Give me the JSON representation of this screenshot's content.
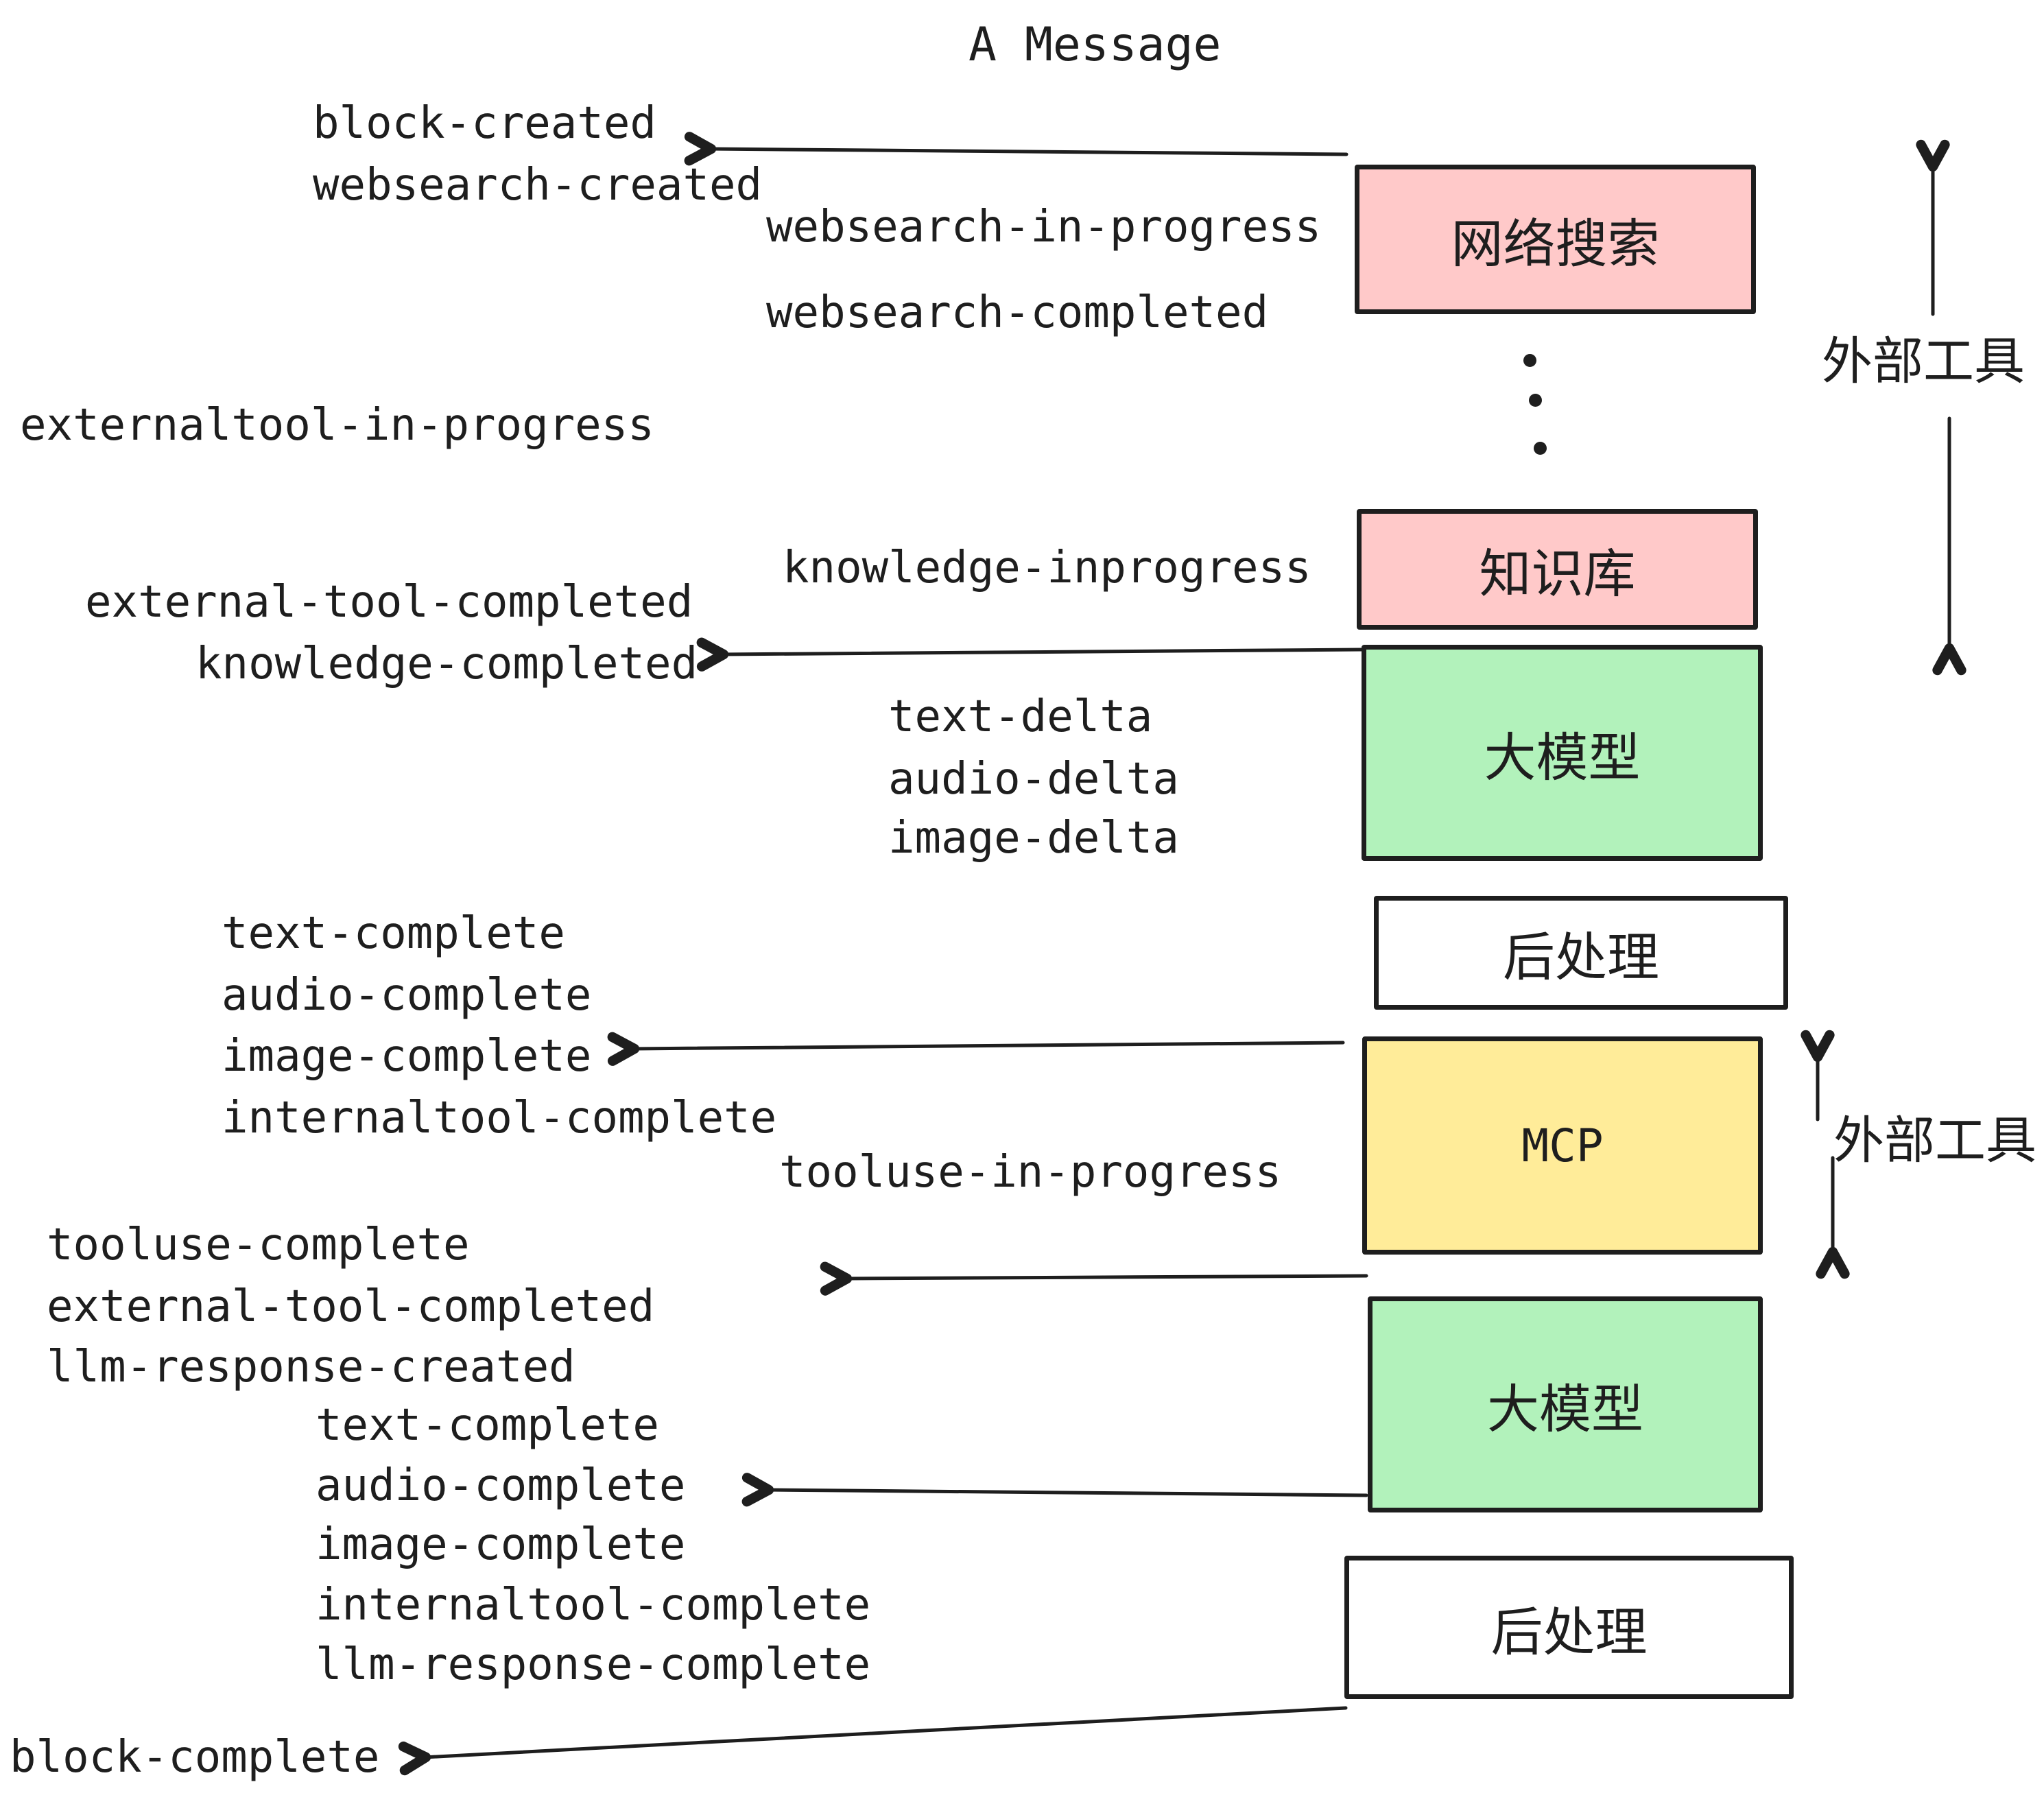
{
  "title": "A Message",
  "colors": {
    "ink": "#1e1e1e",
    "external_tool_box": "#ffc9c9",
    "llm_box": "#b2f2bb",
    "mcp_box": "#ffec99",
    "postprocess_box": "#ffffff",
    "background": "#ffffff"
  },
  "boxes": [
    {
      "id": "websearch",
      "label": "网络搜索",
      "color": "#ffc9c9"
    },
    {
      "id": "knowledge",
      "label": "知识库",
      "color": "#ffc9c9"
    },
    {
      "id": "llm-1",
      "label": "大模型",
      "color": "#b2f2bb"
    },
    {
      "id": "postprocess-1",
      "label": "后处理",
      "color": "#ffffff"
    },
    {
      "id": "mcp",
      "label": "MCP",
      "color": "#ffec99"
    },
    {
      "id": "llm-2",
      "label": "大模型",
      "color": "#b2f2bb"
    },
    {
      "id": "postprocess-2",
      "label": "后处理",
      "color": "#ffffff"
    }
  ],
  "side_labels": {
    "top": "外部工具",
    "bottom": "外部工具"
  },
  "ellipsis": "vertical-dots-x3",
  "events": [
    "block-created",
    "websearch-created",
    "websearch-in-progress",
    "websearch-completed",
    "externaltool-in-progress",
    "knowledge-inprogress",
    "external-tool-completed",
    "knowledge-completed",
    "text-delta",
    "audio-delta",
    "image-delta",
    "text-complete",
    "audio-complete",
    "image-complete",
    "internaltool-complete",
    "tooluse-in-progress",
    "tooluse-complete",
    "external-tool-completed",
    "llm-response-created",
    "text-complete",
    "audio-complete",
    "image-complete",
    "internaltool-complete",
    "llm-response-complete",
    "block-complete"
  ]
}
